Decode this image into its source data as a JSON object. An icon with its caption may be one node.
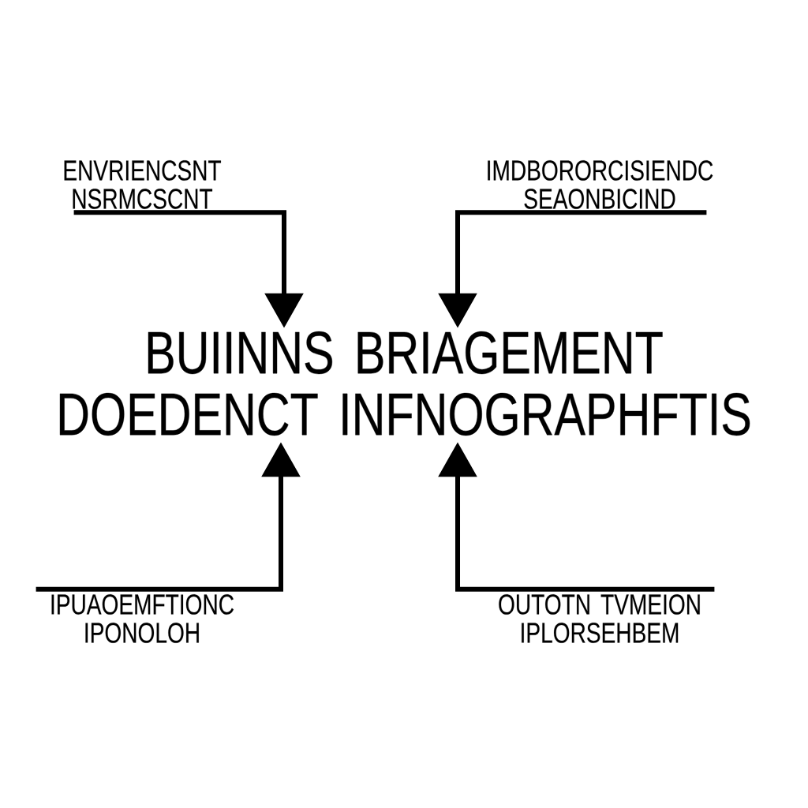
{
  "diagram": {
    "nodes": [
      {
        "text": [
          "ENVRIENCSNT NSRMCSCNT"
        ]
      },
      {
        "text": [
          "IMDBORORCISIENDC SEAONBICIND"
        ]
      },
      {
        "text": [
          "BUIINNS BRIAGEMENT DOEDENCT INFNOGRAPHFTIS"
        ]
      },
      {
        "text": [
          "IPUAOEMFTIONC IPONOLOH"
        ]
      },
      {
        "text": [
          "OUTOTN TVMEION IPLORSEHBEM"
        ]
      }
    ],
    "edges": [
      {
        "from": 0,
        "to": 2,
        "arrow": "to"
      },
      {
        "from": 1,
        "to": 2,
        "arrow": "to"
      },
      {
        "from": 3,
        "to": 2,
        "arrow": "to"
      },
      {
        "from": 4,
        "to": 2,
        "arrow": "to"
      }
    ]
  }
}
